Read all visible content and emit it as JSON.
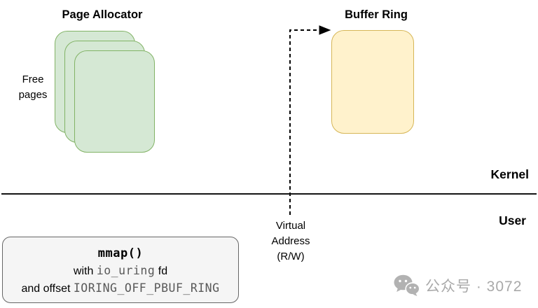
{
  "kernel_section": {
    "page_allocator": {
      "title": "Page Allocator",
      "stack_label": [
        "Free",
        "pages"
      ]
    },
    "buffer_ring": {
      "title": "Buffer Ring"
    }
  },
  "boundary": {
    "kernel_label": "Kernel",
    "user_label": "User"
  },
  "user_section": {
    "virtual_address": {
      "lines": [
        "Virtual",
        "Address",
        "(R/W)"
      ]
    },
    "mmap_box": {
      "line1_code": "mmap()",
      "line2_prefix": "with ",
      "line2_code": "io_uring",
      "line2_suffix": " fd",
      "line3_prefix": "and offset ",
      "line3_code": "IORING_OFF_PBUF_RING"
    }
  },
  "watermark": {
    "icon": "wechat-icon",
    "text": "公众号 · 3072"
  },
  "colors": {
    "page_fill": "#d5e8d4",
    "page_border": "#82b366",
    "ring_fill": "#fff2cc",
    "ring_border": "#d6b656",
    "mmap_fill": "#f5f5f5",
    "mmap_border": "#666666",
    "code_text": "#595959",
    "arrow": "#000000",
    "divider": "#141414",
    "watermark": "#a9a9a9"
  }
}
